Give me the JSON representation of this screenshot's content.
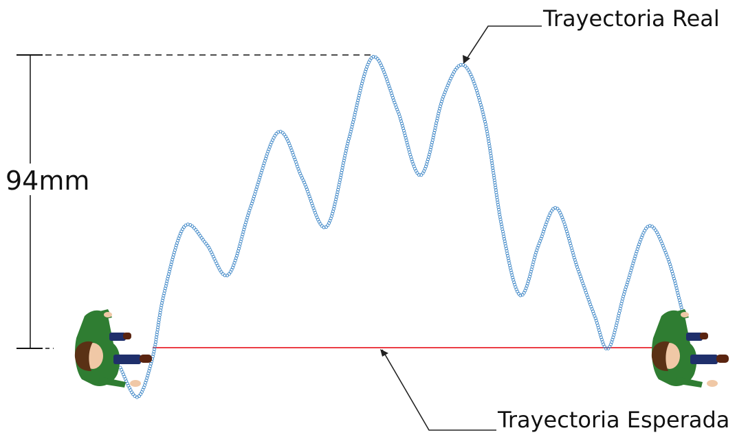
{
  "labels": {
    "real_path": "Trayectoria Real",
    "expected_path": "Trayectoria Esperada",
    "dimension": "94mm"
  },
  "colors": {
    "real_path": "#3d86c6",
    "expected_path": "#e8202a",
    "leader": "#222222",
    "shirt": "#2f7d32",
    "pants": "#1f2f6b",
    "skin": "#f0c8a6",
    "hair": "#5a3115",
    "shoe": "#5a2410"
  },
  "icons": {
    "walker_start": "person-top-view-icon",
    "walker_end": "person-top-view-icon"
  }
}
